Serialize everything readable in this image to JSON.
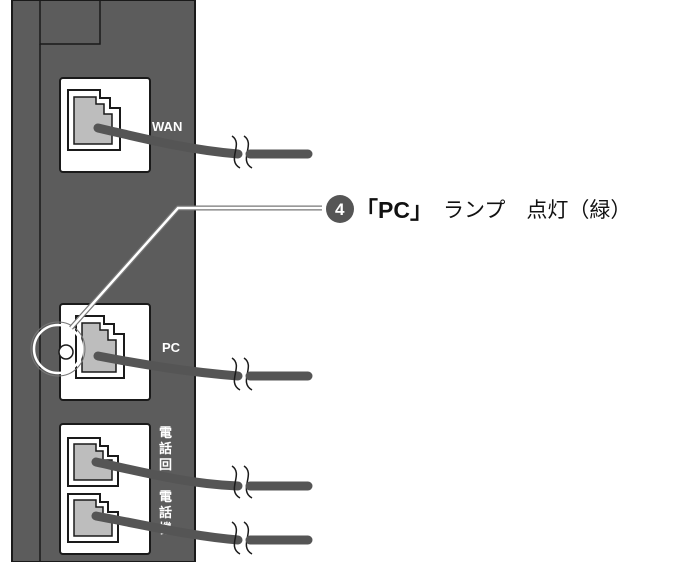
{
  "ports": {
    "wan_label": "WAN",
    "pc_label": "PC",
    "line_label": [
      "電",
      "話",
      "回"
    ],
    "phone_label": [
      "電",
      "話",
      "機"
    ]
  },
  "callout": {
    "number": "4",
    "lamp_name": "「PC」",
    "text": "ランプ　点灯（緑）"
  },
  "colors": {
    "device_body": "#5c5c5c",
    "device_outline": "#1a1a1a",
    "jack_fill": "#bdbdbd",
    "cable": "#555555",
    "number_badge": "#555555"
  }
}
